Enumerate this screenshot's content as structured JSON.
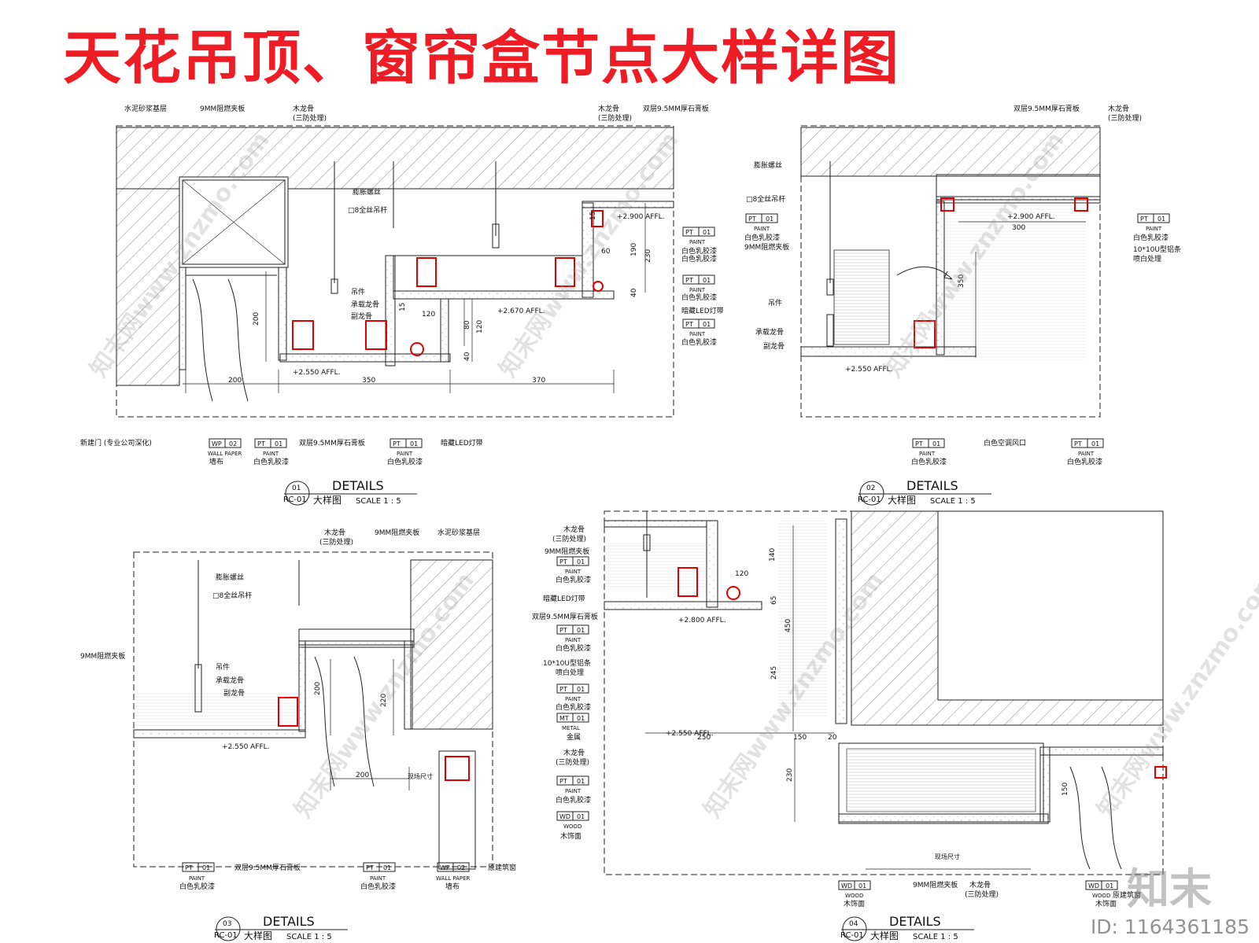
{
  "title": "天花吊顶、窗帘盒节点大样详图",
  "details": [
    {
      "num": "01",
      "ref": "RC-01",
      "heading": "DETAILS",
      "cn": "大样图",
      "scale": "SCALE 1 : 5"
    },
    {
      "num": "02",
      "ref": "RC-01",
      "heading": "DETAILS",
      "cn": "大样图",
      "scale": "SCALE 1 : 5"
    },
    {
      "num": "03",
      "ref": "RC-01",
      "heading": "DETAILS",
      "cn": "大样图",
      "scale": "SCALE 1 : 5"
    },
    {
      "num": "04",
      "ref": "RC-01",
      "heading": "DETAILS",
      "cn": "大样图",
      "scale": "SCALE 1 : 5"
    }
  ],
  "labels": {
    "cement": "水泥砂浆基层",
    "fire_board": "9MM阻燃夹板",
    "wood_keel": "木龙骨",
    "three_proof": "(三防处理)",
    "double_gypsum": "双层9.5MM厚石膏板",
    "bolt": "膨胀螺丝",
    "rod": "□8全丝吊杆",
    "hanger": "吊件",
    "main_keel": "承载龙骨",
    "sub_keel": "副龙骨",
    "led": "暗藏LED灯带",
    "new_door": "新建门 (专业公司深化)",
    "wallcloth": "墙布",
    "white_latex": "白色乳胶漆",
    "aluminum": "10*10U型铝条",
    "spray_white": "喷白处理",
    "air_vent": "白色空调风口",
    "metal": "金属",
    "wood_finish": "木饰面",
    "original_window": "原建筑窗",
    "site_size": "现场尺寸"
  },
  "tags": {
    "pt": {
      "code": "PT",
      "num": "01",
      "sub": "PAINT"
    },
    "wp": {
      "code": "WP",
      "num": "02",
      "sub": "WALL PAPER"
    },
    "mt": {
      "code": "MT",
      "num": "01",
      "sub": "METAL"
    },
    "wd": {
      "code": "WD",
      "num": "01",
      "sub": "WOOD"
    }
  },
  "levels": {
    "l2550": "+2.550 AFFL.",
    "l2670": "+2.670 AFFL.",
    "l2900": "+2.900 AFFL.",
    "l2800": "+2.800 AFFL."
  },
  "dims": {
    "d01": [
      "200",
      "350",
      "370",
      "200",
      "190",
      "230",
      "60",
      "120",
      "40",
      "80",
      "120",
      "40",
      "15",
      "15"
    ],
    "d02": [
      "300",
      "350"
    ],
    "d03": [
      "200",
      "220",
      "200"
    ],
    "d04": [
      "140",
      "120",
      "65",
      "450",
      "245",
      "250",
      "150",
      "20",
      "230",
      "150"
    ]
  },
  "watermark": "知末网www.znzmo.com",
  "brand": "知末",
  "image_id": "ID: 1164361185",
  "colors": {
    "title": "#ee1c24",
    "accent": "#e00000",
    "line": "#111111"
  }
}
